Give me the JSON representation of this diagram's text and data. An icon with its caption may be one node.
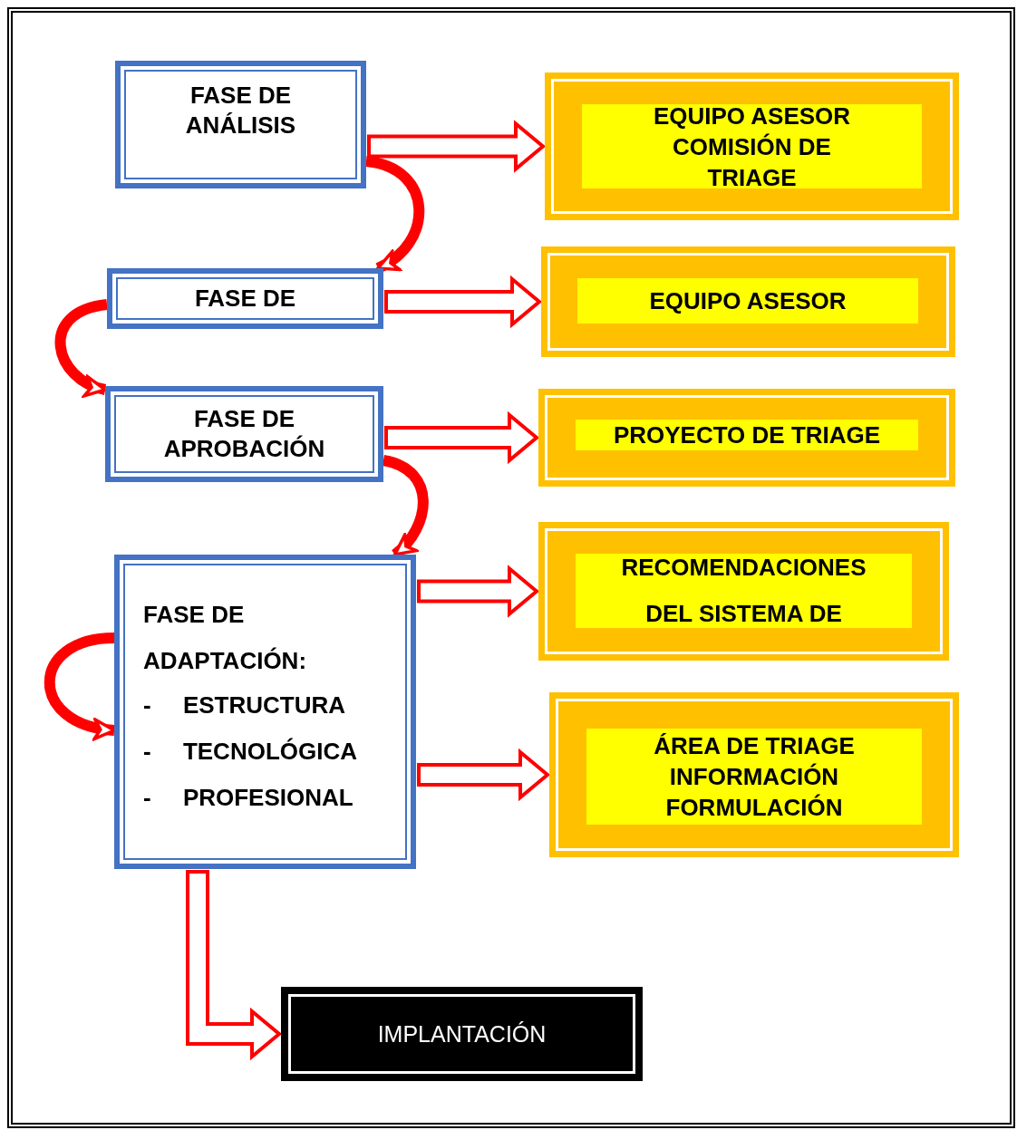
{
  "diagram": {
    "nodes": [
      {
        "text": [
          "FASE DE ANÁLISIS"
        ]
      },
      {
        "text": [
          "FASE DE"
        ]
      },
      {
        "text": [
          "FASE DE APROBACIÓN"
        ]
      },
      {
        "text": [
          "FASE DE ADAPTACIÓN:",
          "- ESTRUCTURA",
          "- TECNOLÓGICA",
          "- PROFESIONAL"
        ]
      },
      {
        "text": [
          "EQUIPO ASESOR COMISIÓN DE TRIAGE"
        ]
      },
      {
        "text": [
          "EQUIPO ASESOR"
        ]
      },
      {
        "text": [
          "PROYECTO DE TRIAGE"
        ]
      },
      {
        "text": [
          "RECOMENDACIONES DEL SISTEMA DE"
        ]
      },
      {
        "text": [
          "ÁREA DE TRIAGE INFORMACIÓN FORMULACIÓN"
        ]
      },
      {
        "text": [
          "IMPLANTACIÓN"
        ]
      }
    ],
    "edges": [
      {
        "from": 0,
        "to": 1,
        "arrow": "to"
      },
      {
        "from": 1,
        "to": 2,
        "arrow": "to"
      },
      {
        "from": 2,
        "to": 3,
        "arrow": "to"
      },
      {
        "from": 3,
        "to": 3,
        "arrow": "to"
      },
      {
        "from": 0,
        "to": 4,
        "arrow": "to"
      },
      {
        "from": 1,
        "to": 5,
        "arrow": "to"
      },
      {
        "from": 2,
        "to": 6,
        "arrow": "to"
      },
      {
        "from": 3,
        "to": 7,
        "arrow": "to"
      },
      {
        "from": 3,
        "to": 8,
        "arrow": "to"
      },
      {
        "from": 3,
        "to": 9,
        "arrow": "to"
      }
    ]
  }
}
